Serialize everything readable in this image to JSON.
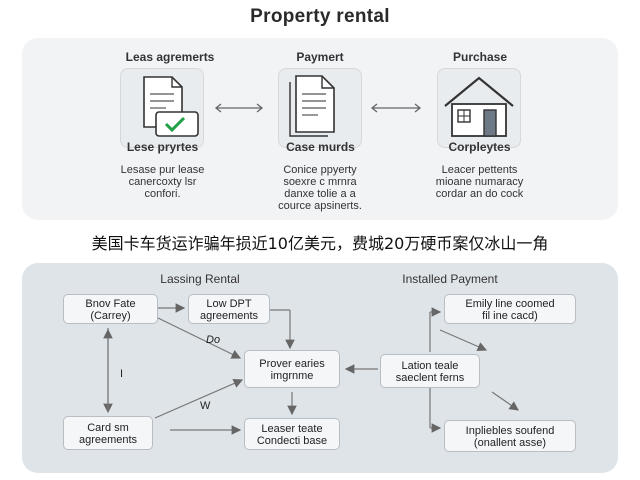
{
  "title": "Property rental",
  "top": {
    "columns": [
      {
        "heading": "Leas agremerts",
        "caption": "Lese pryrtes",
        "desc": [
          "Lesase pur lease",
          "canercoxty lsr",
          "confori."
        ]
      },
      {
        "heading": "Paymert",
        "caption": "Case murds",
        "desc": [
          "Conice ppyerty",
          "soexre c mrnra",
          "danxe tolie a a",
          "cource apsinerts."
        ]
      },
      {
        "heading": "Purchase",
        "caption": "Corpleytes",
        "desc": [
          "Leacer pettents",
          "mioane numaracy",
          "cordar an do cock"
        ]
      }
    ]
  },
  "headline": "美国卡车货运诈骗年损近10亿美元，费城20万硬币案仅冰山一角",
  "bottom": {
    "left_title": "Lassing Rental",
    "right_title": "Installed Payment",
    "boxes": {
      "b1": [
        "Bnov Fate",
        "(Carrey)"
      ],
      "b2": [
        "Low DPT",
        "agreements"
      ],
      "b3": [
        "Prover earies",
        "imgrnme"
      ],
      "b4": [
        "Card sm",
        "agreements"
      ],
      "b5": [
        "Leaser teate",
        "Condecti base"
      ],
      "b6": [
        "Lation teale",
        "saeclent ferns"
      ],
      "b7": [
        "Emily line coomed",
        "fil ine cacd)"
      ],
      "b8": [
        "Inpliebles soufend",
        "(onallent asse)"
      ]
    },
    "labels": {
      "do": "Do",
      "i": "I",
      "w": "W"
    }
  }
}
